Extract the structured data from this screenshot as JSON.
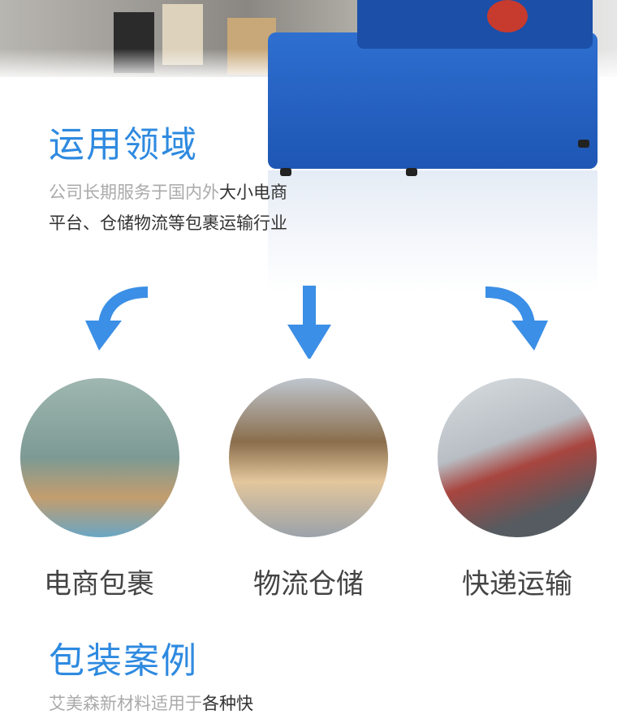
{
  "section1": {
    "title": "运用领域",
    "desc_grey": "公司长期服务于国内外",
    "desc_dark": "大小电商平台、仓储物流等包裹运输行业"
  },
  "categories": [
    {
      "label": "电商包裹",
      "icon": "curved-arrow-down-left"
    },
    {
      "label": "物流仓储",
      "icon": "arrow-down"
    },
    {
      "label": "快递运输",
      "icon": "curved-arrow-down-right"
    }
  ],
  "section2": {
    "title": "包装案例",
    "desc_grey": "艾美森新材料适用于",
    "desc_dark": "各种快"
  },
  "colors": {
    "accent": "#2e8ae0",
    "arrow": "#3b8fe6"
  }
}
